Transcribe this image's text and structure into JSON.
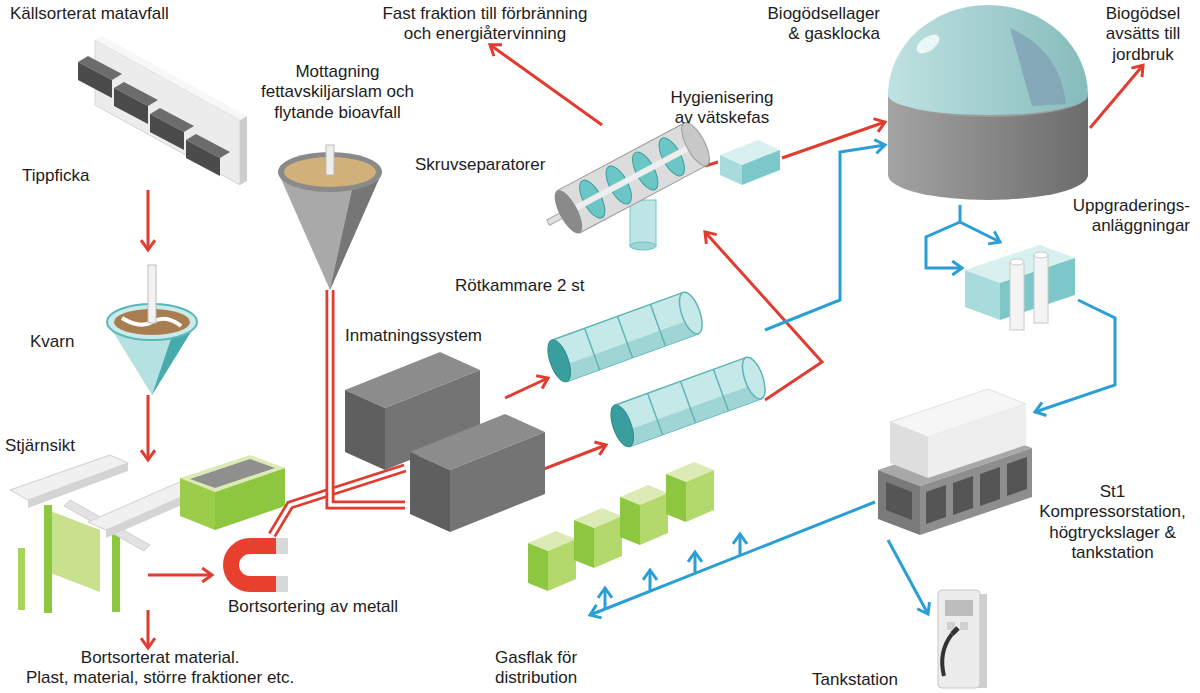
{
  "diagram": {
    "nodes": [
      {
        "text": [
          "Källsorterat matavfall",
          "Tippficka"
        ]
      },
      {
        "text": [
          "Kvarn"
        ]
      },
      {
        "text": [
          "Stjärnsikt"
        ]
      },
      {
        "text": [
          "Bortsortering av metall"
        ]
      },
      {
        "text": [
          "Bortsorterat material.",
          "Plast, material, större fraktioner etc."
        ]
      },
      {
        "text": [
          "Mottagning fettavskiljarslam och flytande bioavfall"
        ]
      },
      {
        "text": [
          "Inmatningssystem"
        ]
      },
      {
        "text": [
          "Rötkammare 2 st"
        ]
      },
      {
        "text": [
          "Skruvseparatorer"
        ]
      },
      {
        "text": [
          "Fast fraktion till förbränning och energiåtervinning"
        ]
      },
      {
        "text": [
          "Hygienisering av vätskefas"
        ]
      },
      {
        "text": [
          "Biogödsellager & gasklocka"
        ]
      },
      {
        "text": [
          "Biogödsel avsätts till jordbruk"
        ]
      },
      {
        "text": [
          "Uppgraderings- anläggningar"
        ]
      },
      {
        "text": [
          "St1 Kompressorstation, högtryckslager & tankstation"
        ]
      },
      {
        "text": [
          "Gasflak för distribution"
        ]
      },
      {
        "text": [
          "Tankstation"
        ]
      }
    ],
    "edges": [
      {
        "from": 0,
        "to": 1,
        "arrow": "to"
      },
      {
        "from": 1,
        "to": 2,
        "arrow": "to"
      },
      {
        "from": 2,
        "to": 4,
        "arrow": "to"
      },
      {
        "from": 2,
        "to": 3,
        "arrow": "to"
      },
      {
        "from": 3,
        "to": 6,
        "arrow": "none"
      },
      {
        "from": 5,
        "to": 6,
        "arrow": "none"
      },
      {
        "from": 6,
        "to": 7,
        "arrow": "to"
      },
      {
        "from": 7,
        "to": 8,
        "arrow": "to"
      },
      {
        "from": 8,
        "to": 9,
        "arrow": "to"
      },
      {
        "from": 8,
        "to": 10,
        "arrow": "none"
      },
      {
        "from": 10,
        "to": 11,
        "arrow": "to"
      },
      {
        "from": 11,
        "to": 12,
        "arrow": "to"
      },
      {
        "from": 7,
        "to": 11,
        "arrow": "to"
      },
      {
        "from": 11,
        "to": 13,
        "arrow": "to"
      },
      {
        "from": 13,
        "to": 14,
        "arrow": "to"
      },
      {
        "from": 14,
        "to": 15,
        "arrow": "to"
      },
      {
        "from": 14,
        "to": 16,
        "arrow": "to"
      }
    ]
  }
}
